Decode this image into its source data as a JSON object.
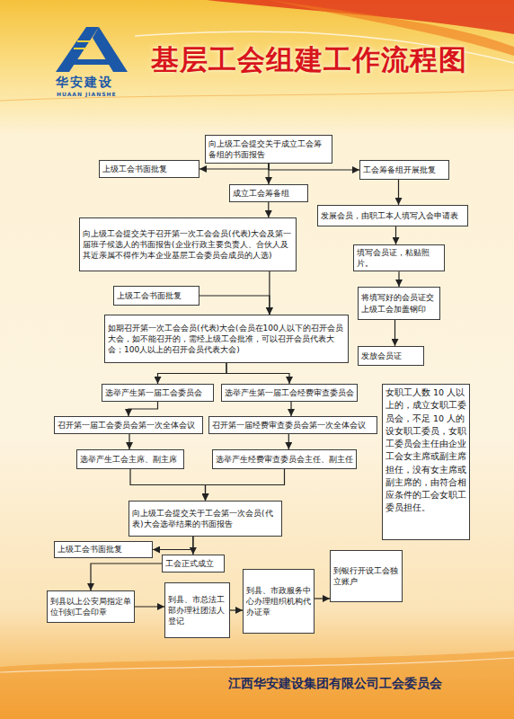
{
  "diagram": {
    "title": "基层工会组建工作流程图",
    "nodes": [
      {
        "text": [
          "向上级工会提交关于成立工会筹备组的书面报告"
        ]
      },
      {
        "text": [
          "上级工会书面批复"
        ]
      },
      {
        "text": [
          "工会筹备组开展批复"
        ]
      },
      {
        "text": [
          "成立工会筹备组"
        ]
      },
      {
        "text": [
          "向上级工会提交关于召开第一次工会会员(代表)大会及第一届班子候选人的书面报告(企业行政主要负责人、合伙人及其近亲属不得作为本企业基层工会委员会成员的人选)"
        ]
      },
      {
        "text": [
          "发展会员，由职工本人填写入会申请表"
        ]
      },
      {
        "text": [
          "填写会员证，粘贴照片。"
        ]
      },
      {
        "text": [
          "上级工会书面批复"
        ]
      },
      {
        "text": [
          "将填写好的会员证交上级工会加盖钢印"
        ]
      },
      {
        "text": [
          "如期召开第一次工会会员(代表)大会(会员在100人以下的召开会员大会，如不能召开的，需经上级工会批准，可以召开会员代表大会；100人以上的召开会员代表大会)"
        ]
      },
      {
        "text": [
          "发放会员证"
        ]
      },
      {
        "text": [
          "选举产生第一届工会委员会"
        ]
      },
      {
        "text": [
          "选举产生第一届工会经费审查委员会"
        ]
      },
      {
        "text": [
          "女职工人数 10 人以上的，成立女职工委员会，不足 10 人的设女职工委员，女职工委员会主任由企业工会女主席或副主席担任，没有女主席或副主席的，由符合相应条件的工会女职工委员担任。"
        ]
      },
      {
        "text": [
          "召开第一届工会委员会第一次全体会议"
        ]
      },
      {
        "text": [
          "召开第一届经费审查委员会第一次全体会议"
        ]
      },
      {
        "text": [
          "选举产生工会主席、副主席"
        ]
      },
      {
        "text": [
          "选举产生经费审查委员会主任、副主任"
        ]
      },
      {
        "text": [
          "向上级工会提交关于工会第一次会员(代表)大会选举结果的书面报告"
        ]
      },
      {
        "text": [
          "上级工会书面批复"
        ]
      },
      {
        "text": [
          "工会正式成立"
        ]
      },
      {
        "text": [
          "到县以上公安局指定单位刊刻工会印章"
        ]
      },
      {
        "text": [
          "到县、市总法工部办理社团法人登记"
        ]
      },
      {
        "text": [
          "到县、市政服务中心办理组织机构代办证章"
        ]
      },
      {
        "text": [
          "到银行开设工会独立账户"
        ]
      }
    ],
    "edges": [
      {
        "from": 0,
        "to": 1,
        "arrow": "to"
      },
      {
        "from": 0,
        "to": 2,
        "arrow": "to"
      },
      {
        "from": 0,
        "to": 3,
        "arrow": "to"
      },
      {
        "from": 3,
        "to": 4,
        "arrow": "to"
      },
      {
        "from": 2,
        "to": 5,
        "arrow": "to"
      },
      {
        "from": 5,
        "to": 6,
        "arrow": "to"
      },
      {
        "from": 6,
        "to": 8,
        "arrow": "to"
      },
      {
        "from": 8,
        "to": 10,
        "arrow": "to"
      },
      {
        "from": 4,
        "to": 9,
        "arrow": "to"
      },
      {
        "from": 7,
        "to": 9,
        "arrow": "to"
      },
      {
        "from": 9,
        "to": 11,
        "arrow": "to"
      },
      {
        "from": 9,
        "to": 12,
        "arrow": "to"
      },
      {
        "from": 11,
        "to": 14,
        "arrow": "to"
      },
      {
        "from": 12,
        "to": 15,
        "arrow": "to"
      },
      {
        "from": 14,
        "to": 16,
        "arrow": "to"
      },
      {
        "from": 15,
        "to": 17,
        "arrow": "to"
      },
      {
        "from": 16,
        "to": 18,
        "arrow": "to"
      },
      {
        "from": 17,
        "to": 18,
        "arrow": "to"
      },
      {
        "from": 18,
        "to": 19,
        "arrow": "to"
      },
      {
        "from": 18,
        "to": 20,
        "arrow": "to"
      },
      {
        "from": 20,
        "to": 21,
        "arrow": "to"
      },
      {
        "from": 21,
        "to": 22,
        "arrow": "to"
      },
      {
        "from": 22,
        "to": 23,
        "arrow": "to"
      },
      {
        "from": 23,
        "to": 24,
        "arrow": "to"
      }
    ],
    "labels": [
      "华安建设",
      "HUAAN JIANSHE",
      "江西华安建设集团有限公司工会委员会"
    ]
  }
}
